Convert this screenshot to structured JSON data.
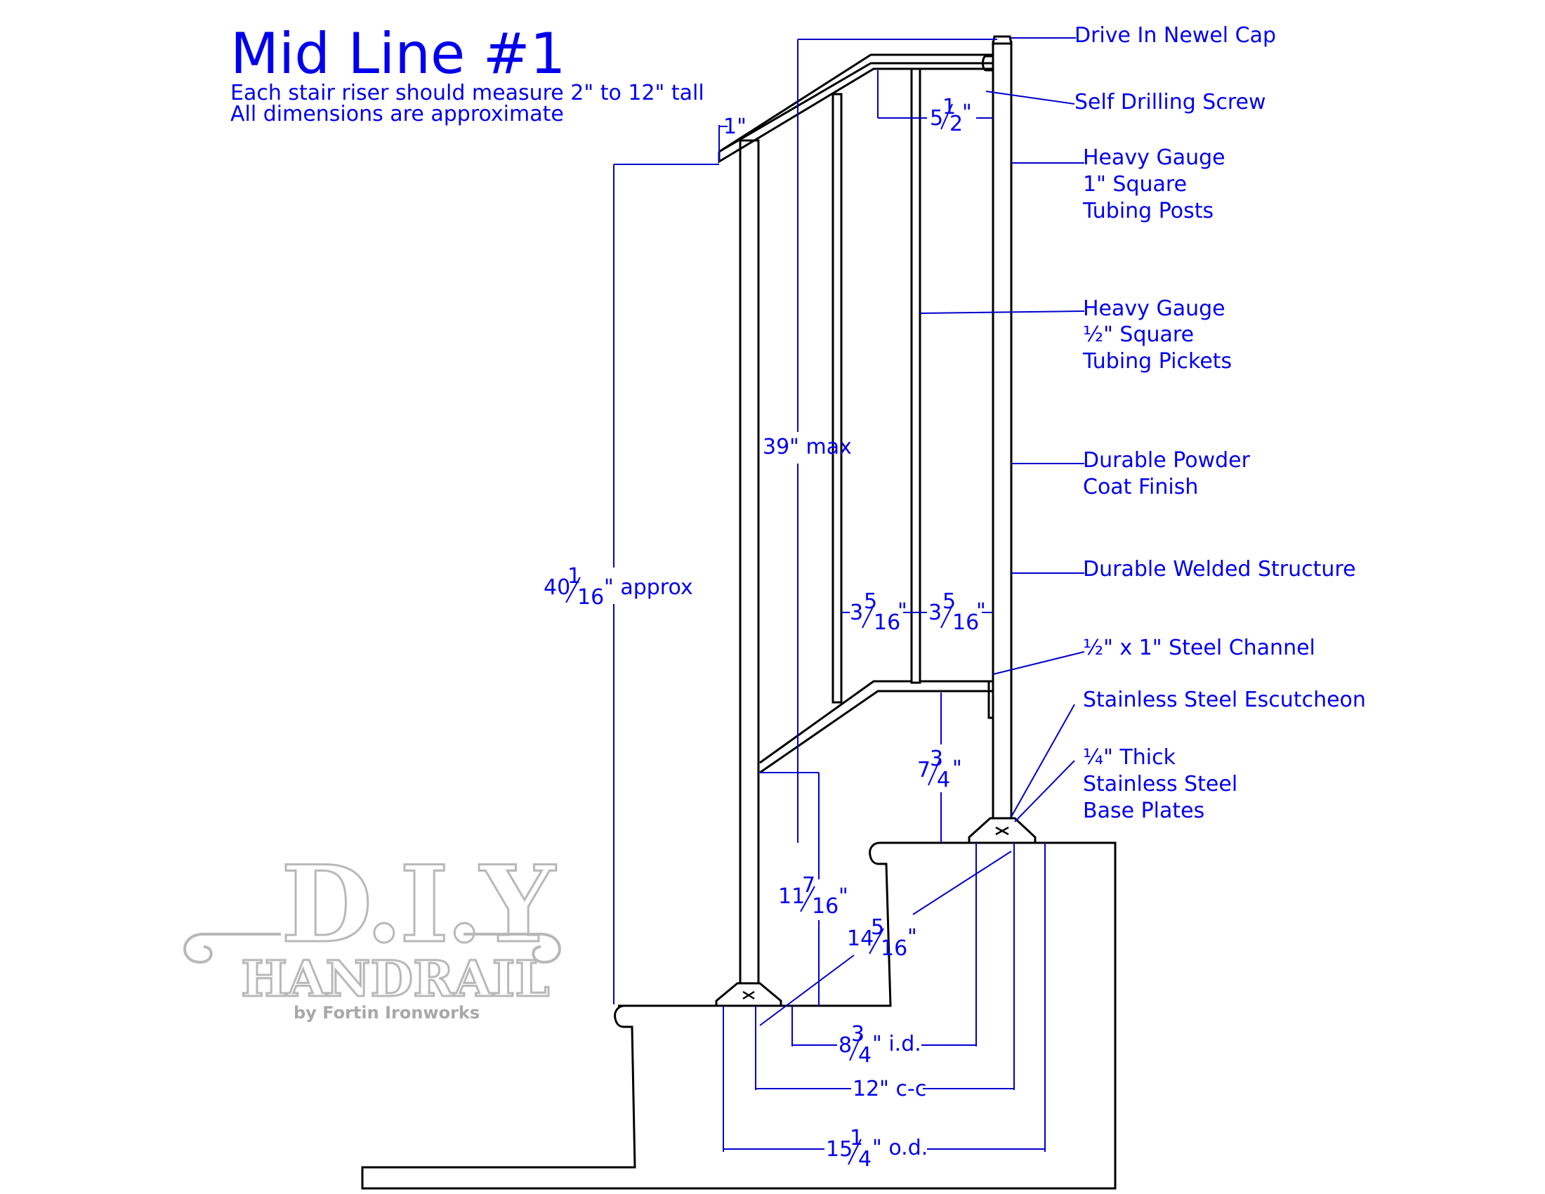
{
  "header": {
    "title": "Mid Line #1",
    "subtitle_line1": "Each stair riser should measure 2\" to 12\" tall",
    "subtitle_line2": "All dimensions are approximate"
  },
  "callouts": {
    "newel_cap": "Drive In Newel Cap",
    "screw": "Self Drilling Screw",
    "posts": [
      "Heavy Gauge",
      "1\" Square",
      "Tubing Posts"
    ],
    "pickets": [
      "Heavy Gauge",
      "½\" Square",
      "Tubing Pickets"
    ],
    "finish": [
      "Durable Powder",
      "Coat Finish"
    ],
    "welded": "Durable Welded Structure",
    "channel": "½\" x 1\" Steel Channel",
    "escutcheon": "Stainless Steel Escutcheon",
    "base_plates": [
      "¼\" Thick",
      "Stainless Steel",
      "Base Plates"
    ]
  },
  "dimensions": {
    "one_inch": "1\"",
    "five_half": {
      "whole": "5",
      "num": "1",
      "den": "2",
      "unit": "\""
    },
    "max_39": "39\" max",
    "height_40": {
      "whole": "40",
      "num": "1",
      "den": "16",
      "unit": "\" approx"
    },
    "gap_left": {
      "whole": "3",
      "num": "5",
      "den": "16",
      "unit": "\""
    },
    "gap_right": {
      "whole": "3",
      "num": "5",
      "den": "16",
      "unit": "\""
    },
    "seven_three_quarter": {
      "whole": "7",
      "num": "3",
      "den": "4",
      "unit": "\""
    },
    "eleven_7_16": {
      "whole": "11",
      "num": "7",
      "den": "16",
      "unit": "\""
    },
    "fourteen_5_16": {
      "whole": "14",
      "num": "5",
      "den": "16",
      "unit": "\""
    },
    "id": {
      "whole": "8",
      "num": "3",
      "den": "4",
      "unit": "\" i.d."
    },
    "cc": "12\" c-c",
    "od": {
      "whole": "15",
      "num": "1",
      "den": "4",
      "unit": "\" o.d."
    }
  },
  "watermark": {
    "brand_top": "D.I.Y",
    "brand_bottom": "HANDRAIL",
    "byline": "by Fortin Ironworks"
  },
  "colors": {
    "annotation_blue": "#0000ee",
    "line_black": "#000000",
    "watermark_gray": "#b8b8b8"
  }
}
